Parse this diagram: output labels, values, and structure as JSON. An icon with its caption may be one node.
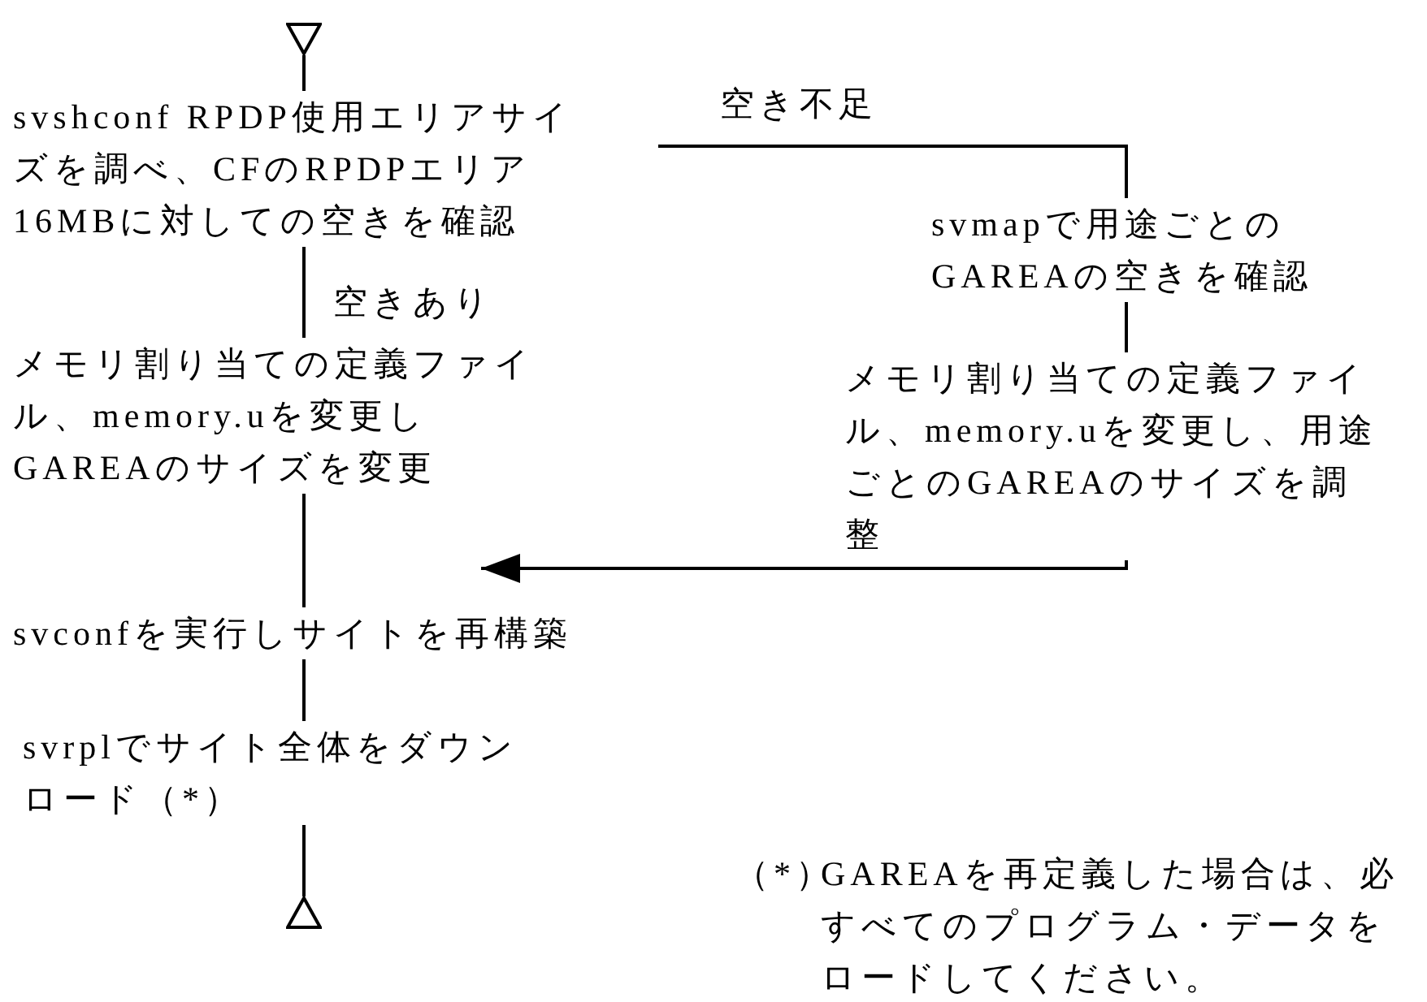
{
  "diagram": {
    "nodes": [
      {
        "text": [],
        "shape": "triangle"
      },
      {
        "text": [
          "svshconf RPDP使用エリアサイズを調べ、CFのRPDPエリア16MBに対しての空きを確認"
        ]
      },
      {
        "text": [
          "メモリ割り当ての定義ファイル、memory.uを変更しGAREAのサイズを変更"
        ]
      },
      {
        "text": [
          "svmapで用途ごとのGAREAの空きを確認"
        ]
      },
      {
        "text": [
          "メモリ割り当ての定義ファイル、memory.uを変更し、用途ごとのGAREAのサイズを調整"
        ]
      },
      {
        "text": [
          "svconfを実行しサイトを再構築"
        ]
      },
      {
        "text": [
          "svrplでサイト全体をダウンロード（*）"
        ]
      },
      {
        "text": [],
        "shape": "triangle"
      }
    ],
    "edges": [
      {
        "from": 0,
        "to": 1,
        "arrow": "none"
      },
      {
        "from": 1,
        "to": 2,
        "arrow": "none",
        "label": "空きあり"
      },
      {
        "from": 1,
        "to": 3,
        "arrow": "none",
        "label": "空き不足"
      },
      {
        "from": 3,
        "to": 4,
        "arrow": "none"
      },
      {
        "from": 4,
        "to": 5,
        "arrow": "to"
      },
      {
        "from": 2,
        "to": 5,
        "arrow": "none"
      },
      {
        "from": 5,
        "to": 6,
        "arrow": "none"
      },
      {
        "from": 6,
        "to": 7,
        "arrow": "none"
      }
    ],
    "labels": [
      "（*）",
      "GAREAを再定義した場合は、必すべてのプログラム・データをロードしてください。"
    ]
  }
}
